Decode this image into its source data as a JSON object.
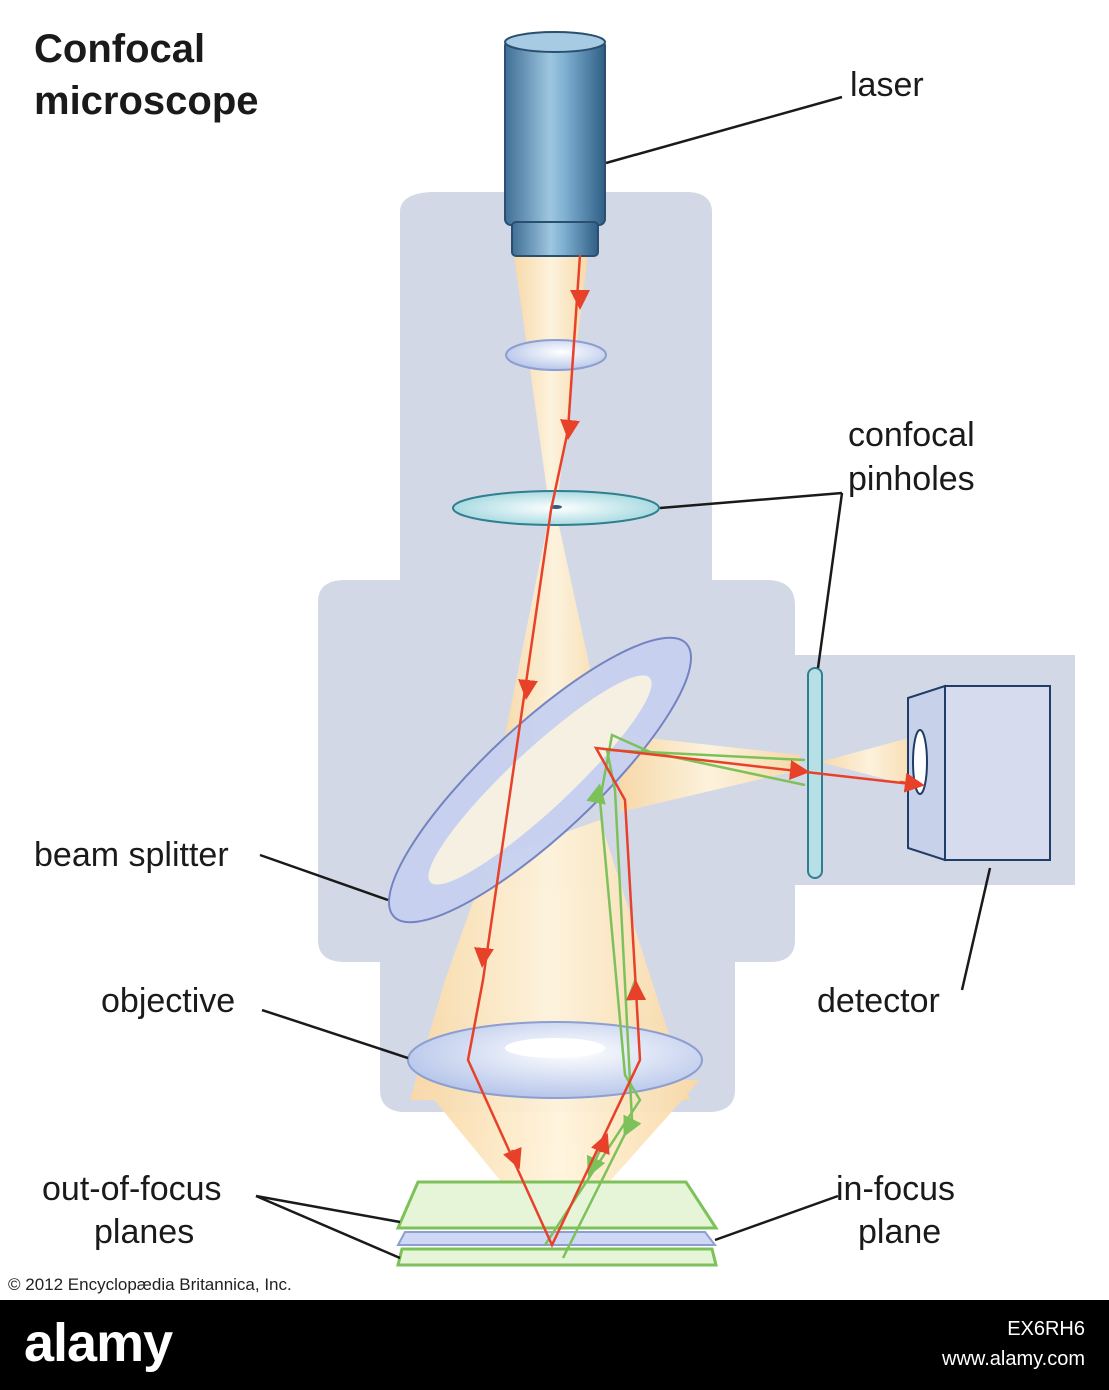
{
  "title_line1": "Confocal",
  "title_line2": "microscope",
  "labels": {
    "laser": "laser",
    "confocal_1": "confocal",
    "confocal_2": "pinholes",
    "beam_splitter": "beam splitter",
    "objective": "objective",
    "detector": "detector",
    "out_of_focus_1": "out-of-focus",
    "out_of_focus_2": "planes",
    "in_focus_1": "in-focus",
    "in_focus_2": "plane"
  },
  "copyright": "© 2012 Encyclopædia Britannica, Inc.",
  "footer": {
    "logo": "alamy",
    "image_id": "EX6RH6",
    "site": "www.alamy.com"
  },
  "colors": {
    "body": "#d3d8e7",
    "beam": "#fbe3b6",
    "laser_path": "#e8412a",
    "fluorescence_path": "#7dc15a",
    "lens": "#c7d4f0",
    "pinhole": "#b7e0e6"
  }
}
